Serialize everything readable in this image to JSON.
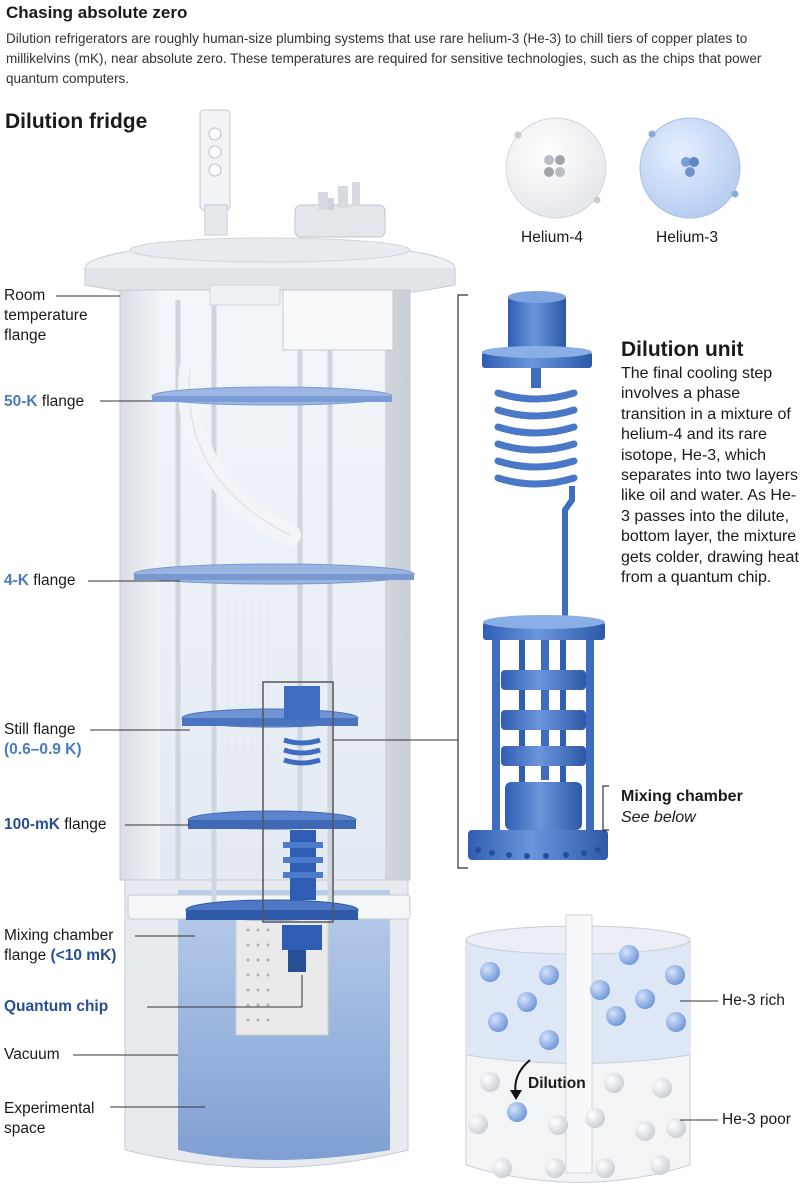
{
  "header": {
    "title": "Chasing absolute zero",
    "intro": "Dilution refrigerators are roughly human-size plumbing systems that use rare helium-3 (He-3) to chill tiers of copper plates to millikelvins (mK), near absolute zero. These temperatures are required for sensitive technologies, such as the chips that power quantum computers."
  },
  "fridge": {
    "title": "Dilution fridge",
    "labels": {
      "room_1": "Room",
      "room_2": "temperature",
      "room_3": "flange",
      "k50_em": "50-K",
      "k50_rest": " flange",
      "k4_em": "4-K",
      "k4_rest": " flange",
      "still_1": "Still flange",
      "still_2": "(0.6–0.9 K)",
      "mk100_em": "100-mK",
      "mk100_rest": " flange",
      "mix_1": "Mixing chamber",
      "mix_2a": "flange ",
      "mix_2b": "(<10 mK)",
      "chip": "Quantum chip",
      "vacuum": "Vacuum",
      "exp_1": "Experimental",
      "exp_2": "space"
    }
  },
  "atoms": {
    "he4": "Helium-4",
    "he3": "Helium-3"
  },
  "unit": {
    "title": "Dilution unit",
    "body": "The final cooling step involves a phase transition in a mixture of helium-4 and its rare isotope, He-3, which separates into two layers like oil and water. As He-3 passes into the dilute, bottom layer, the mixture gets colder, drawing heat from a quantum chip.",
    "mixing_title": "Mixing chamber",
    "mixing_sub": "See below"
  },
  "chamber": {
    "dilution": "Dilution",
    "rich": "He-3 rich",
    "poor": "He-3 poor"
  },
  "colors": {
    "accent_blue": "#4a7bc0",
    "dark_blue": "#284f93",
    "unit_blue": "#3d6cc0",
    "frost": "#eef3f9"
  }
}
